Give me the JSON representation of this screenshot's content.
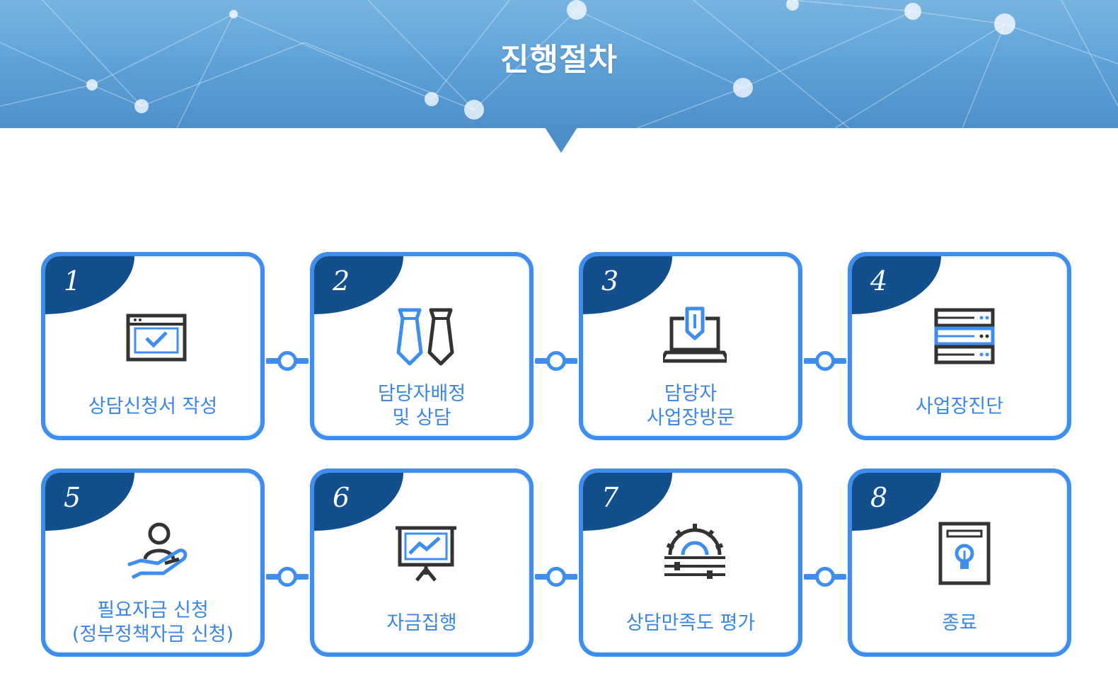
{
  "header": {
    "title": "진행절차"
  },
  "colors": {
    "accent": "#3d8eee",
    "corner": "#134f8d",
    "label": "#3a86e6",
    "icon_dark": "#333333"
  },
  "steps": [
    {
      "number": "1",
      "lines": [
        "상담신청서 작성"
      ],
      "icon": "checked-browser-window-icon"
    },
    {
      "number": "2",
      "lines": [
        "담당자배정",
        "및 상담"
      ],
      "icon": "two-neckties-icon"
    },
    {
      "number": "3",
      "lines": [
        "담당자",
        "사업장방문"
      ],
      "icon": "laptop-download-icon"
    },
    {
      "number": "4",
      "lines": [
        "사업장진단"
      ],
      "icon": "server-stack-icon"
    },
    {
      "number": "5",
      "lines": [
        "필요자금 신청",
        "(정부정책자금 신청)"
      ],
      "icon": "person-hand-icon"
    },
    {
      "number": "6",
      "lines": [
        "자금집행"
      ],
      "icon": "presentation-chart-icon"
    },
    {
      "number": "7",
      "lines": [
        "상담만족도 평가"
      ],
      "icon": "gear-gauge-icon"
    },
    {
      "number": "8",
      "lines": [
        "종료"
      ],
      "icon": "lightbulb-document-icon"
    }
  ]
}
